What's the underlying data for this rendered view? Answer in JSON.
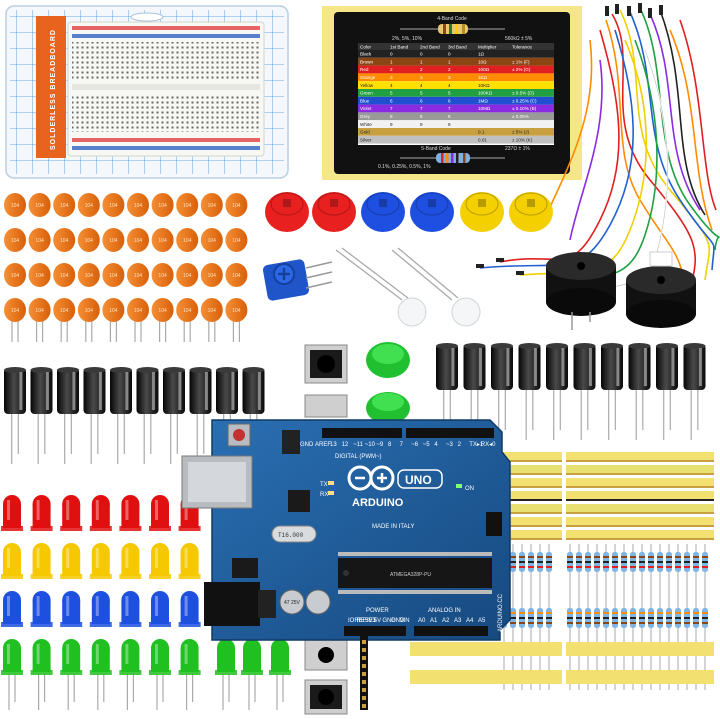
{
  "breadboard": {
    "package_label": "SOLDERLESS BREADBOARD"
  },
  "resistor_card": {
    "title_top": "4-Band Code",
    "title_bottom": "5-Band Code",
    "sample_top_left": "2%, 5%, 10%",
    "sample_top_right": "560kΩ ± 5%",
    "sample_bottom_right": "237Ω ± 1%",
    "sample_bottom_left": "0.1%, 0.25%, 0.5%, 1%",
    "headers": [
      "Color",
      "1st Band",
      "2nd Band",
      "3rd Band",
      "Multiplier",
      "Tolerance"
    ],
    "rows": [
      {
        "name": "Black",
        "d1": "0",
        "d2": "0",
        "d3": "0",
        "mult": "1Ω",
        "tol": "",
        "bg": "#222222",
        "fg": "#ffffff"
      },
      {
        "name": "Brown",
        "d1": "1",
        "d2": "1",
        "d3": "1",
        "mult": "10Ω",
        "tol": "± 1%   (F)",
        "bg": "#8b4513",
        "fg": "#ffffff"
      },
      {
        "name": "Red",
        "d1": "2",
        "d2": "2",
        "d3": "2",
        "mult": "100Ω",
        "tol": "± 2%   (G)",
        "bg": "#e02020",
        "fg": "#ffffff"
      },
      {
        "name": "Orange",
        "d1": "3",
        "d2": "3",
        "d3": "3",
        "mult": "1KΩ",
        "tol": "",
        "bg": "#ff8c00",
        "fg": "#ffffff"
      },
      {
        "name": "Yellow",
        "d1": "4",
        "d2": "4",
        "d3": "4",
        "mult": "10KΩ",
        "tol": "",
        "bg": "#ffe000",
        "fg": "#222222"
      },
      {
        "name": "Green",
        "d1": "5",
        "d2": "5",
        "d3": "5",
        "mult": "100KΩ",
        "tol": "± 0.5%  (D)",
        "bg": "#20a040",
        "fg": "#ffffff"
      },
      {
        "name": "Blue",
        "d1": "6",
        "d2": "6",
        "d3": "6",
        "mult": "1MΩ",
        "tol": "± 0.25%  (C)",
        "bg": "#2050d0",
        "fg": "#ffffff"
      },
      {
        "name": "Violet",
        "d1": "7",
        "d2": "7",
        "d3": "7",
        "mult": "10MΩ",
        "tol": "± 0.10%  (B)",
        "bg": "#8a2be2",
        "fg": "#ffffff"
      },
      {
        "name": "Grey",
        "d1": "8",
        "d2": "8",
        "d3": "8",
        "mult": "",
        "tol": "± 0.05%",
        "bg": "#999999",
        "fg": "#ffffff"
      },
      {
        "name": "White",
        "d1": "9",
        "d2": "9",
        "d3": "9",
        "mult": "",
        "tol": "",
        "bg": "#f2f2f2",
        "fg": "#222222"
      },
      {
        "name": "Gold",
        "d1": "",
        "d2": "",
        "d3": "",
        "mult": "0.1",
        "tol": "± 5%   (J)",
        "bg": "#c8a040",
        "fg": "#222222"
      },
      {
        "name": "Silver",
        "d1": "",
        "d2": "",
        "d3": "",
        "mult": "0.01",
        "tol": "± 10%  (K)",
        "bg": "#c0c0c0",
        "fg": "#222222"
      }
    ]
  },
  "capacitors": {
    "ceramic_label": "104"
  },
  "arduino": {
    "brand": "ARDUINO",
    "model": "UNO",
    "digital_label": "DIGITAL (PWM~)",
    "power_label": "POWER",
    "analog_label": "ANALOG IN",
    "made_in": "MADE IN ITALY",
    "crystal": "T16.000",
    "website": "ARDUINO.CC",
    "on_label": "ON",
    "tx_label": "TX",
    "rx_label": "RX",
    "aref_label": "AREF",
    "gnd_label": "GND",
    "reset_label": "RESET",
    "pin_labels": [
      "13",
      "12",
      "~11",
      "~10",
      "~9",
      "8",
      "7",
      "~6",
      "~5",
      "4",
      "~3",
      "2",
      "TX▸1",
      "RX◂0"
    ],
    "analog_pins": [
      "A0",
      "A1",
      "A2",
      "A3",
      "A4",
      "A5"
    ],
    "power_pins": [
      "IOREF",
      "RESET",
      "3V3",
      "5V",
      "GND",
      "GND",
      "VIN"
    ],
    "chip_text": "ATMEGA328P-PU",
    "elec_cap_text": "47 25V"
  },
  "colors": {
    "pcb": "#1f5d9c",
    "pcb_dark": "#173f6e",
    "cap_orange": "#ef7a1a",
    "electrolytic": "#1a1a1a",
    "led_red": "#e01010",
    "led_yellow": "#f5c800",
    "led_blue": "#1e50e0",
    "led_green": "#20c020"
  }
}
